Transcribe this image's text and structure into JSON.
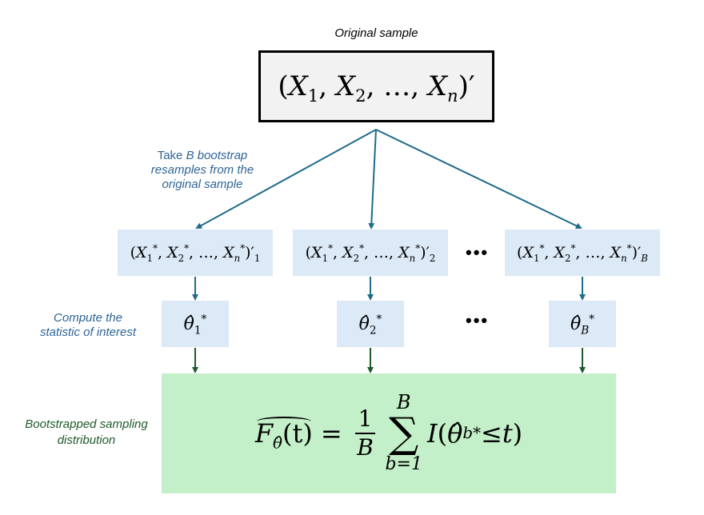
{
  "diagram": {
    "title_label": "Original sample",
    "original_sample": {
      "open": "(",
      "X": "X",
      "s1": "1",
      "s2": "2",
      "sn": "n",
      "sep": ", ",
      "ellipsis": "…",
      "close": ")′"
    },
    "resample_label": {
      "line1_prefix": "Take ",
      "line1_italic": "B bootstrap",
      "line2": "resamples from the",
      "line3": "original sample"
    },
    "resamples": [
      {
        "index": "1"
      },
      {
        "index": "2"
      },
      {
        "index": "B"
      }
    ],
    "resample_star": "*",
    "statistic_label": {
      "line1": "Compute the",
      "line2": "statistic of interest"
    },
    "statistics": [
      {
        "symbol": "θ̂",
        "index": "1"
      },
      {
        "symbol": "θ̂",
        "index": "2"
      },
      {
        "symbol": "θ̂",
        "index": "B"
      }
    ],
    "ellipsis": "•••",
    "distribution_label": {
      "line1": "Bootstrapped sampling",
      "line2": "distribution"
    },
    "formula": {
      "lhs_F": "F",
      "lhs_sub": "θ̂",
      "lhs_arg": "(t)",
      "equals": "=",
      "frac_num": "1",
      "frac_den": "B",
      "sum_top": "B",
      "sum_symbol": "∑",
      "sum_bottom": "b=1",
      "indicator": "I",
      "open": "(",
      "theta": "θ̂",
      "theta_sub": "b",
      "theta_sup": "*",
      "leq": " ≤ ",
      "t": "t",
      "close": ")"
    },
    "colors": {
      "arrow_blue": "#1f6b8a",
      "arrow_green": "#1e5a2a",
      "label_blue": "#2e6496",
      "label_green": "#1e5a2a",
      "box_blue": "#dce9f6",
      "box_green": "#c3f0c8",
      "box_gray": "#f2f2f2"
    }
  }
}
